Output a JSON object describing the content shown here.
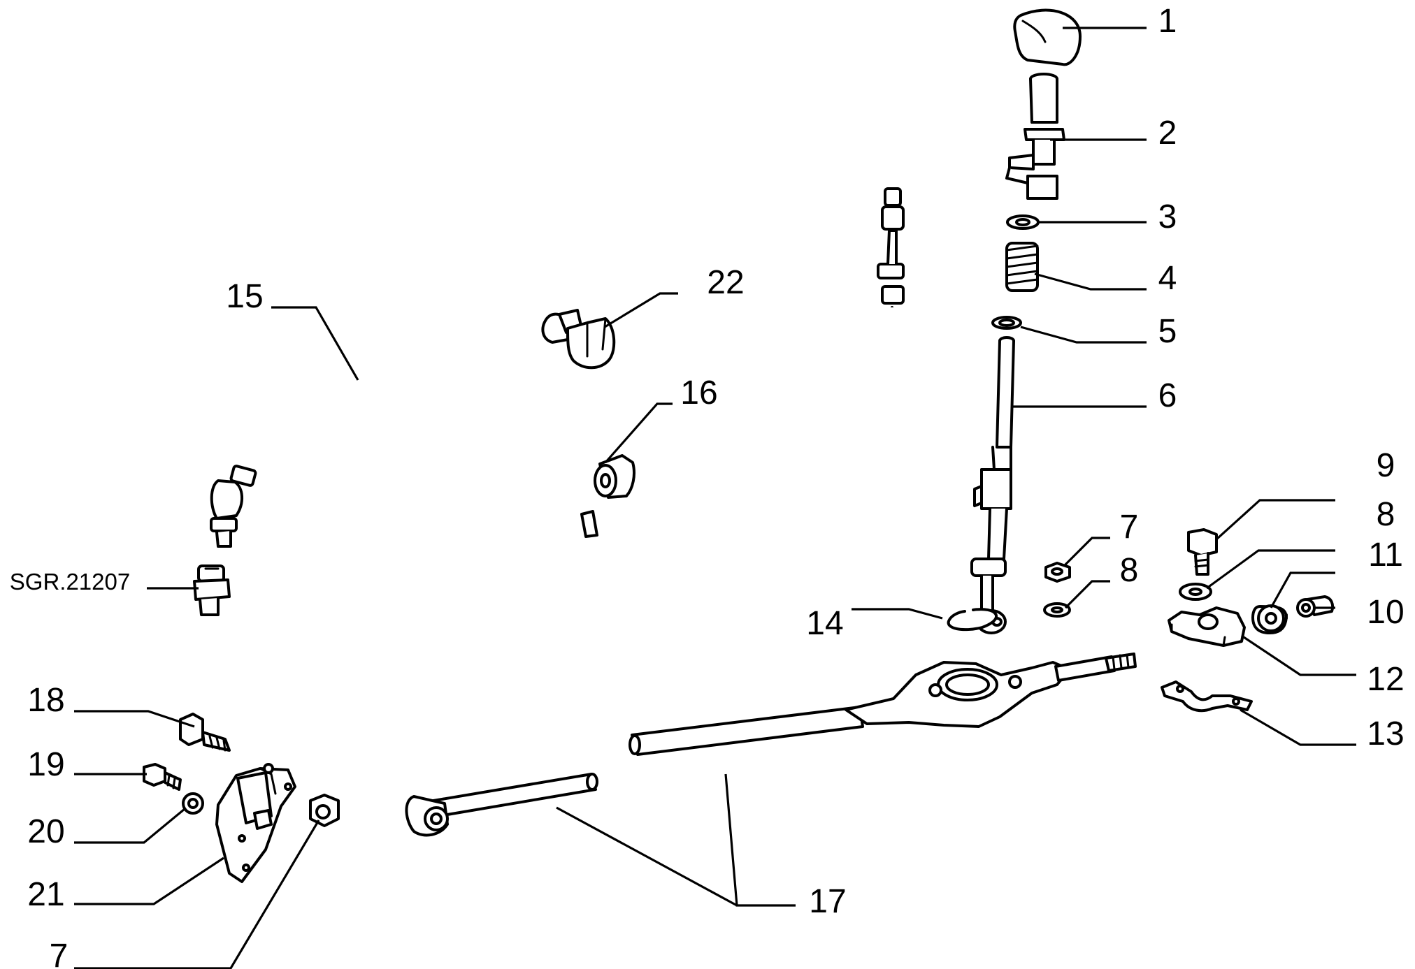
{
  "diagram": {
    "reference_code": "SGR.21207",
    "callouts": {
      "c1": "1",
      "c2": "2",
      "c3": "3",
      "c4": "4",
      "c5": "5",
      "c6": "6",
      "c7a": "7",
      "c8a": "8",
      "c9": "9",
      "c8b": "8",
      "c11": "11",
      "c10": "10",
      "c12": "12",
      "c13": "13",
      "c14": "14",
      "c15": "15",
      "c16": "16",
      "c17": "17",
      "c18": "18",
      "c19": "19",
      "c20": "20",
      "c21": "21",
      "c7b": "7",
      "c22": "22"
    }
  }
}
